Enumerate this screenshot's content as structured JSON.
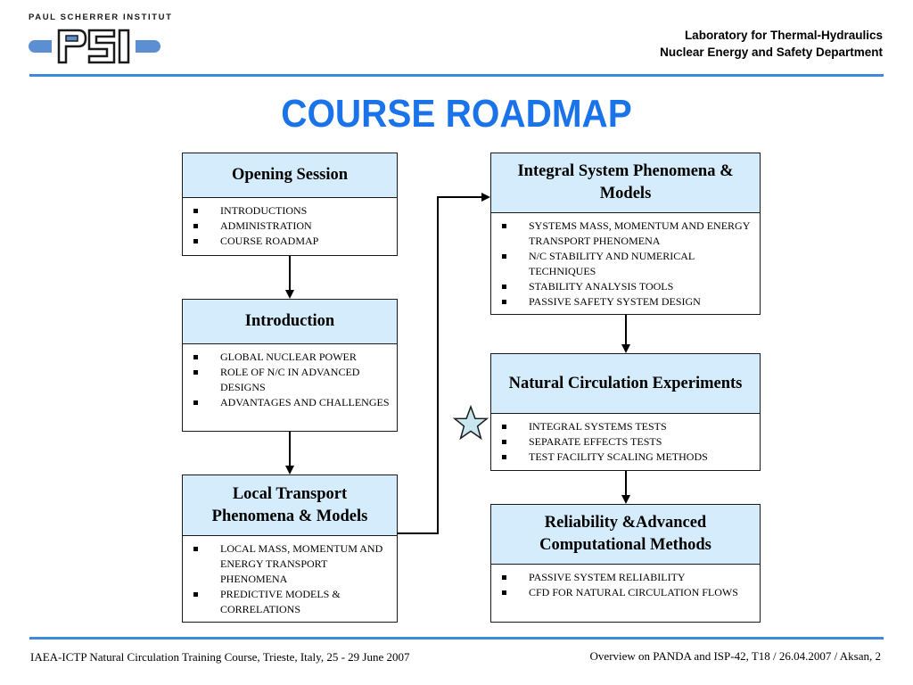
{
  "header": {
    "logo_caption": "PAUL SCHERRER INSTITUT",
    "logo_text": "PSI",
    "lab_line1": "Laboratory for Thermal-Hydraulics",
    "lab_line2": "Nuclear Energy and Safety Department"
  },
  "title": "COURSE ROADMAP",
  "boxes": {
    "opening": {
      "heading": "Opening Session",
      "items": [
        "INTRODUCTIONS",
        "ADMINISTRATION",
        "COURSE ROADMAP"
      ]
    },
    "introduction": {
      "heading": "Introduction",
      "items": [
        "GLOBAL NUCLEAR POWER",
        "ROLE OF N/C IN ADVANCED DESIGNS",
        "ADVANTAGES AND CHALLENGES"
      ]
    },
    "local": {
      "heading": "Local Transport Phenomena & Models",
      "items": [
        "LOCAL MASS, MOMENTUM AND ENERGY TRANSPORT PHENOMENA",
        "PREDICTIVE MODELS & CORRELATIONS"
      ]
    },
    "integral": {
      "heading": "Integral System Phenomena & Models",
      "items": [
        "SYSTEMS MASS, MOMENTUM AND ENERGY TRANSPORT PHENOMENA",
        "N/C STABILITY AND NUMERICAL TECHNIQUES",
        "STABILITY ANALYSIS TOOLS",
        "PASSIVE SAFETY SYSTEM DESIGN"
      ]
    },
    "experiments": {
      "heading": "Natural Circulation Experiments",
      "items": [
        "INTEGRAL SYSTEMS TESTS",
        "SEPARATE EFFECTS TESTS",
        "TEST FACILITY SCALING METHODS"
      ]
    },
    "reliability": {
      "heading": "Reliability &Advanced Computational Methods",
      "items": [
        "PASSIVE SYSTEM RELIABILITY",
        "CFD FOR NATURAL CIRCULATION FLOWS"
      ]
    }
  },
  "marker": {
    "icon": "star-icon",
    "color": "#c9e6f0"
  },
  "colors": {
    "accent": "#1a73e8",
    "rule": "#3b8bd8",
    "box_header": "#d4ecfb",
    "logo": "#5b8fd1"
  },
  "footer": {
    "left": "IAEA-ICTP Natural Circulation Training Course, Trieste, Italy, 25 - 29 June 2007",
    "right": "Overview on PANDA and ISP-42, T18  / 26.04.2007 / Aksan, 2"
  }
}
